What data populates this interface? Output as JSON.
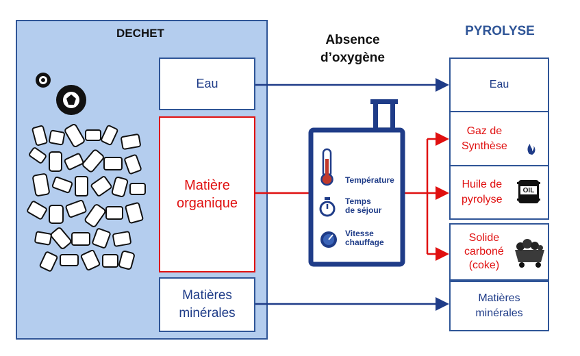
{
  "waste": {
    "title": "DECHET",
    "boxes": {
      "water": "Eau",
      "organic": "Matière\norganique",
      "minerals": "Matières\nminérales"
    }
  },
  "middle": {
    "title": "Absence\nd’oxygène",
    "reactor": {
      "params": [
        "Température",
        "Temps\nde séjour",
        "Vitesse\nchauffage"
      ]
    }
  },
  "pyrolysis": {
    "title": "PYROLYSE",
    "outputs": [
      "Eau",
      "Gaz de\nSynthèse",
      "Huile de\npyrolyse",
      "Solide\ncarboné\n(coke)",
      "Matières\nminérales"
    ],
    "oil_icon_label": "OIL"
  },
  "colors": {
    "blue": "#2f5597",
    "text_blue": "#1f3c88",
    "red": "#e01010",
    "panel": "#b4cdee"
  },
  "icons": [
    "recycle-icon",
    "tire-icon",
    "waste-pile-icon",
    "thermometer-icon",
    "stopwatch-icon",
    "gauge-icon",
    "flame-icon",
    "oil-barrel-icon",
    "coal-cart-icon"
  ]
}
